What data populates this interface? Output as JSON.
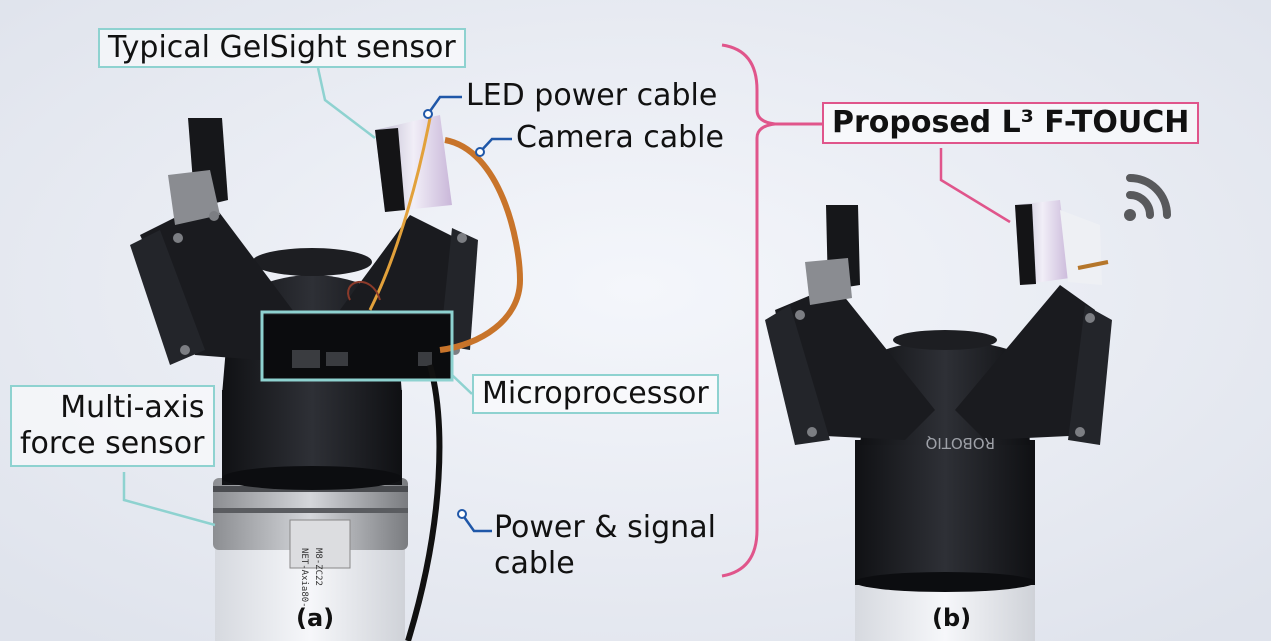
{
  "labels": {
    "gelsight": "Typical GelSight sensor",
    "led": "LED power cable",
    "camera": "Camera cable",
    "proposed": "Proposed L³ F-TOUCH",
    "micro": "Microprocessor",
    "force_line1": "Multi-axis",
    "force_line2": "force sensor",
    "power_line1": "Power & signal",
    "power_line2": "cable"
  },
  "panels": {
    "a": "(a)",
    "b": "(b)"
  },
  "device_text": {
    "brand": "ROBOTIQ",
    "sensor_model_1": "NET-Axia80-",
    "sensor_model_2": "M8-ZC22"
  },
  "icons": {
    "wireless": "wifi-icon"
  },
  "colors": {
    "teal": "#8ed2d0",
    "pink": "#e0558b",
    "blue": "#1f57a8",
    "bg": "#e9ecf3"
  }
}
